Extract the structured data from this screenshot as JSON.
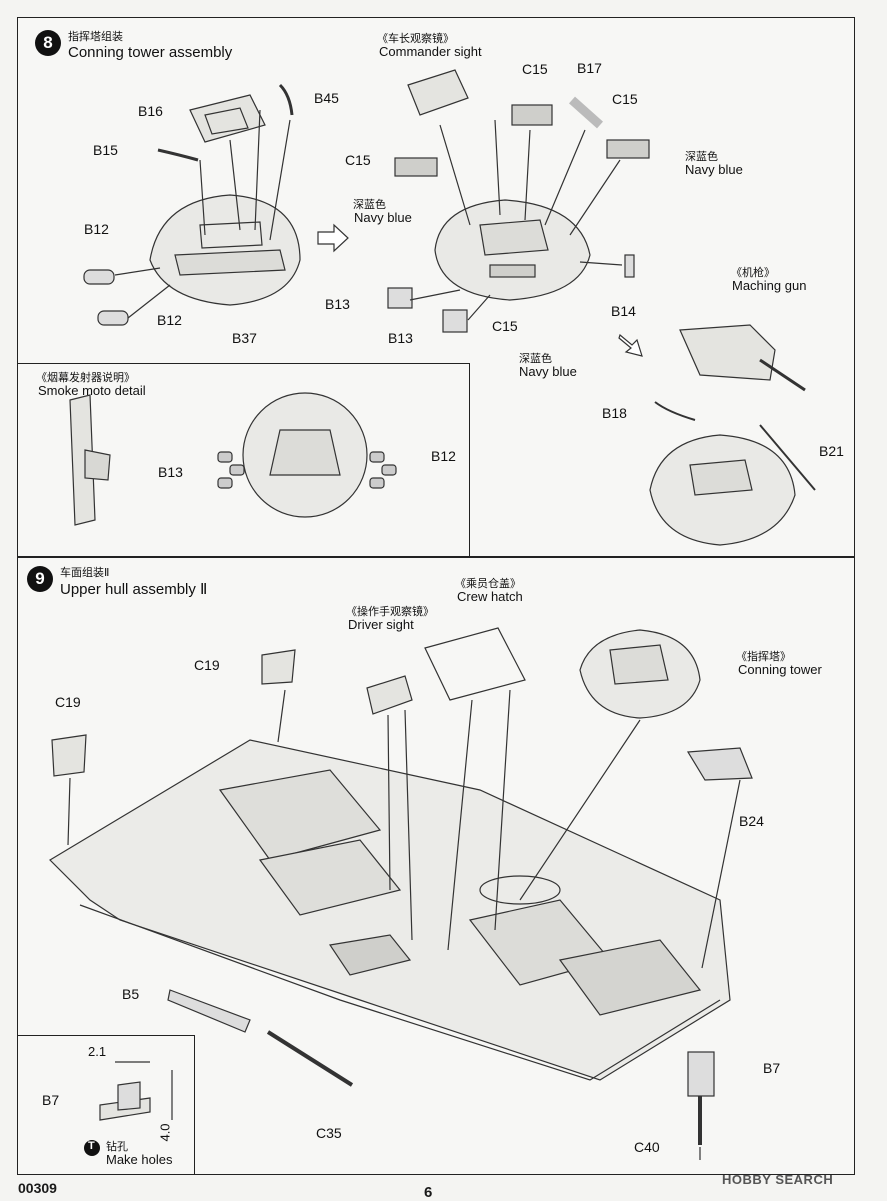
{
  "footer": {
    "code": "00309",
    "page": "6",
    "watermark": "HOBBY SEARCH"
  },
  "step8": {
    "number": "8",
    "title_cn": "指挥塔组装",
    "title_en": "Conning tower assembly",
    "labels": {
      "b16": "B16",
      "b45": "B45",
      "b15": "B15",
      "b12a": "B12",
      "b12b": "B12",
      "b37": "B37",
      "cmd_cn": "《车长观察镜》",
      "cmd_en": "Commander sight",
      "c15a": "C15",
      "b17": "B17",
      "c15b": "C15",
      "c15c": "C15",
      "navy1_cn": "深蓝色",
      "navy1_en": "Navy blue",
      "navy2_cn": "深蓝色",
      "navy2_en": "Navy blue",
      "navy3_cn": "深蓝色",
      "navy3_en": "Navy blue",
      "b13a": "B13",
      "b13b": "B13",
      "c15d": "C15",
      "b14": "B14",
      "mg_cn": "《机枪》",
      "mg_en": "Maching gun",
      "b18": "B18",
      "b21": "B21"
    },
    "smoke": {
      "title_cn": "《烟幕发射器说明》",
      "title_en": "Smoke moto detail",
      "b13": "B13",
      "b12": "B12"
    }
  },
  "step9": {
    "number": "9",
    "title_cn": "车面组装Ⅱ",
    "title_en": "Upper hull assembly Ⅱ",
    "labels": {
      "crew_cn": "《乘员仓盖》",
      "crew_en": "Crew hatch",
      "driver_cn": "《操作手观察镜》",
      "driver_en": "Driver sight",
      "conn_cn": "《指挥塔》",
      "conn_en": "Conning tower",
      "c19a": "C19",
      "c19b": "C19",
      "b24": "B24",
      "b5": "B5",
      "c35": "C35",
      "b7": "B7",
      "c40": "C40"
    },
    "inset": {
      "dim1": "2.1",
      "dim2": "4.0",
      "part": "B7",
      "icon_letter": "T",
      "holes_cn": "钻孔",
      "holes_en": "Make holes"
    }
  }
}
